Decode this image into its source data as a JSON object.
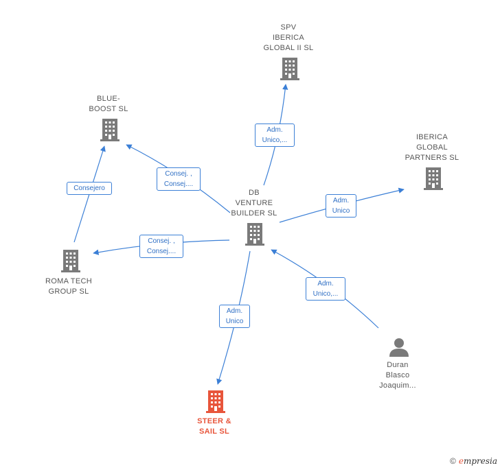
{
  "nodes": {
    "spv": {
      "label": "SPV\nIBERICA\nGLOBAL II  SL",
      "icon": "building-icon"
    },
    "blue": {
      "label": "BLUE-\nBOOST  SL",
      "icon": "building-icon"
    },
    "iberica": {
      "label": "IBERICA\nGLOBAL\nPARTNERS  SL",
      "icon": "building-icon"
    },
    "db": {
      "label": "DB\nVENTURE\nBUILDER  SL",
      "icon": "building-icon"
    },
    "roma": {
      "label": "ROMA TECH\nGROUP  SL",
      "icon": "building-icon"
    },
    "steer": {
      "label": "STEER &\nSAIL  SL",
      "icon": "building-icon"
    },
    "duran": {
      "label": "Duran\nBlasco\nJoaquim...",
      "icon": "person-icon"
    }
  },
  "edges": {
    "db_spv": "Adm.\nUnico,...",
    "db_blue": "Consej. ,\nConsej....",
    "roma_blue": "Consejero",
    "db_iberica": "Adm.\nUnico",
    "db_roma": "Consej. ,\nConsej....",
    "db_steer": "Adm.\nUnico",
    "duran_db": "Adm.\nUnico,..."
  },
  "footer": {
    "copyright": "©",
    "brand_initial": "e",
    "brand_rest": "mpresia"
  },
  "colors": {
    "edge": "#3b7fd6",
    "building": "#7a7a7a",
    "main_building": "#e8553b",
    "person": "#7a7a7a"
  }
}
